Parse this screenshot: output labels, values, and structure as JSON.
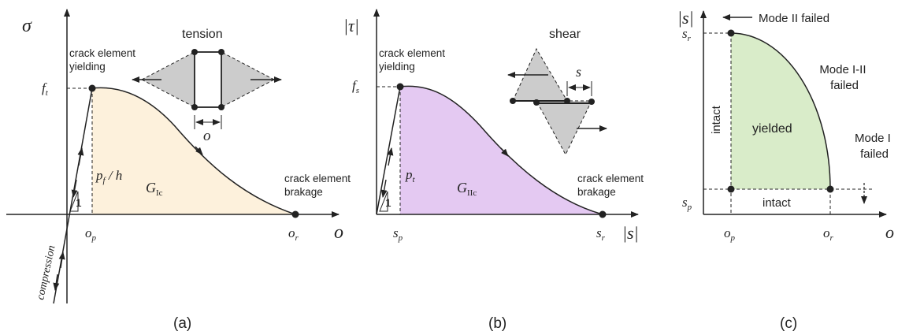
{
  "colors": {
    "fill_a": "#fdf1dc",
    "fill_b": "#e4c9f2",
    "fill_c": "#d9ecc9",
    "gray": "#cccccc",
    "ink": "#222222"
  },
  "panel_a": {
    "y_axis": "σ",
    "x_axis": "o",
    "inset_title": "tension",
    "inset_dim": "o",
    "yield_label_1": "crack element",
    "yield_label_2": "yielding",
    "break_label_1": "crack element",
    "break_label_2": "brakage",
    "peak_tick": "f",
    "peak_tick_sub": "t",
    "slope_label": "p",
    "slope_label_sub": "f",
    "slope_label_rest": " / h",
    "slope_unit": "1",
    "energy": "G",
    "energy_sub": "Ic",
    "x_tick_1": "o",
    "x_tick_1_sub": "p",
    "x_tick_2": "o",
    "x_tick_2_sub": "r",
    "compression": "compression",
    "caption": "(a)"
  },
  "panel_b": {
    "y_axis": "|τ|",
    "x_axis": "|s|",
    "inset_title": "shear",
    "inset_dim": "s",
    "yield_label_1": "crack element",
    "yield_label_2": "yielding",
    "break_label_1": "crack element",
    "break_label_2": "brakage",
    "peak_tick": "f",
    "peak_tick_sub": "s",
    "slope_label": "p",
    "slope_label_sub": "t",
    "slope_unit": "1",
    "energy": "G",
    "energy_sub": "IIc",
    "x_tick_1": "s",
    "x_tick_1_sub": "p",
    "x_tick_2": "s",
    "x_tick_2_sub": "r",
    "caption": "(b)"
  },
  "panel_c": {
    "y_axis": "|s|",
    "x_axis": "o",
    "mode2": "Mode II failed",
    "mode12_1": "Mode I-II",
    "mode12_2": "failed",
    "mode1_1": "Mode I",
    "mode1_2": "failed",
    "yielded": "yielded",
    "intact_v": "intact",
    "intact_h": "intact",
    "y_tick_1": "s",
    "y_tick_1_sub": "r",
    "y_tick_2": "s",
    "y_tick_2_sub": "p",
    "x_tick_1": "o",
    "x_tick_1_sub": "p",
    "x_tick_2": "o",
    "x_tick_2_sub": "r",
    "caption": "(c)"
  }
}
